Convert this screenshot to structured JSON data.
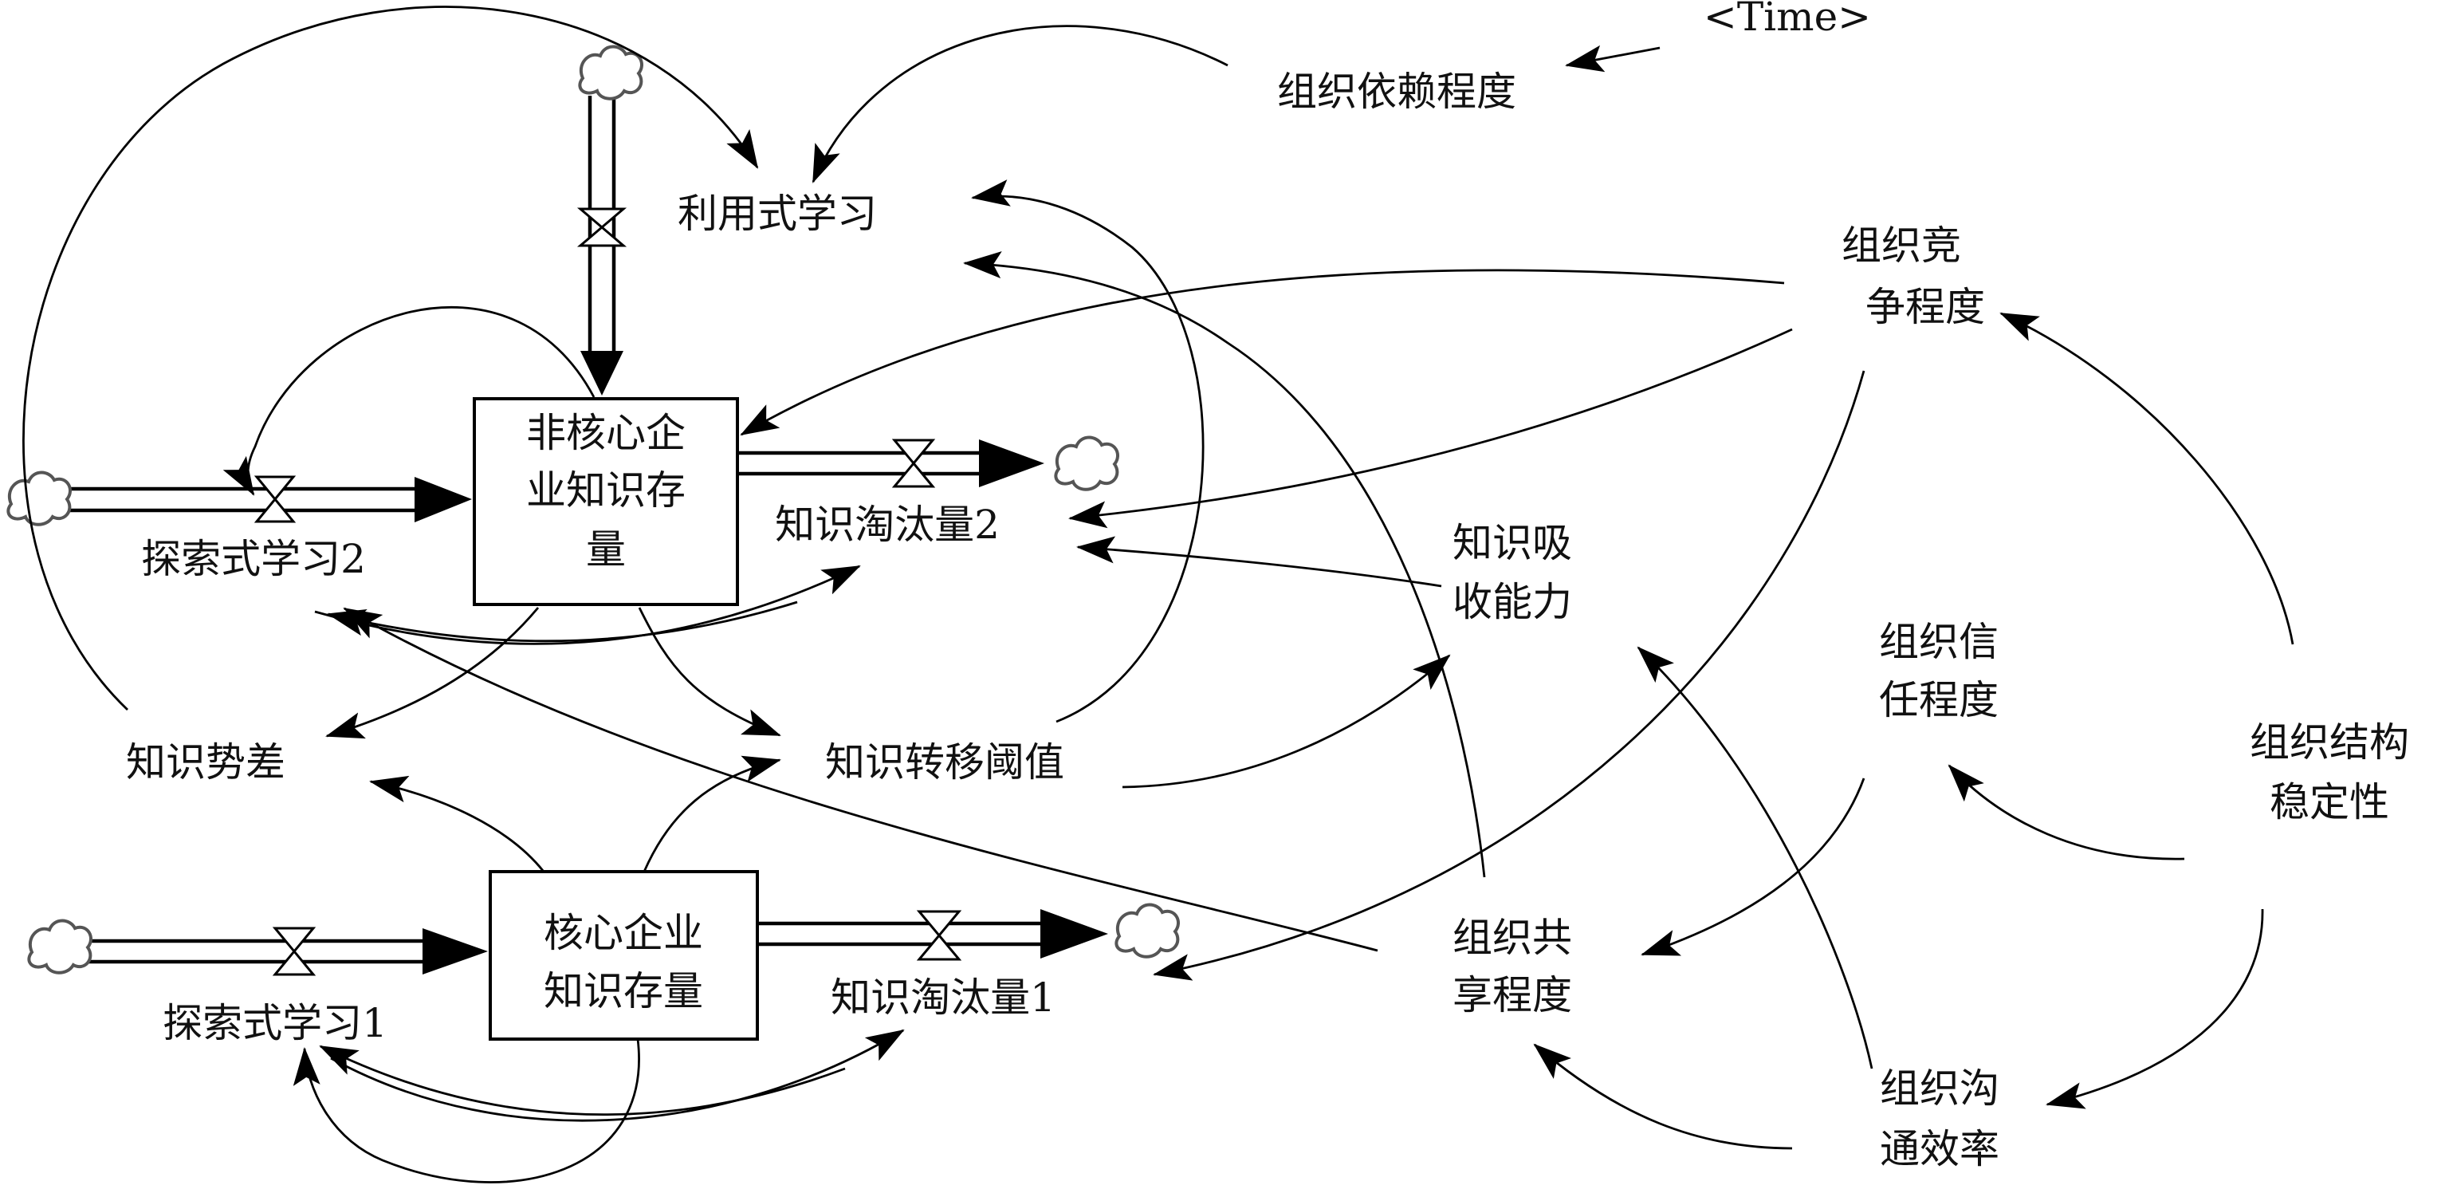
{
  "diagram": {
    "stocks": {
      "noncore": [
        "非核心企",
        "业知识存",
        "量"
      ],
      "core": [
        "核心企业",
        "知识存量"
      ]
    },
    "variables": {
      "exploit": "利用式学习",
      "dependence": "组织依赖程度",
      "time": "<Time>",
      "competition": [
        "组织竞",
        "争程度"
      ],
      "absorb": [
        "知识吸",
        "收能力"
      ],
      "trust": [
        "组织信",
        "任程度"
      ],
      "structure": [
        "组织结构",
        "稳定性"
      ],
      "share": [
        "组织共",
        "享程度"
      ],
      "communication": [
        "组织沟",
        "通效率"
      ],
      "potential": "知识势差",
      "threshold": "知识转移阈值"
    },
    "flows": {
      "explore2": "探索式学习2",
      "explore1": "探索式学习1",
      "obsolete2": "知识淘汰量2",
      "obsolete1": "知识淘汰量1"
    },
    "colors": {
      "ink": "#000000",
      "cloud_outline": "#555555",
      "background": "#ffffff"
    }
  }
}
